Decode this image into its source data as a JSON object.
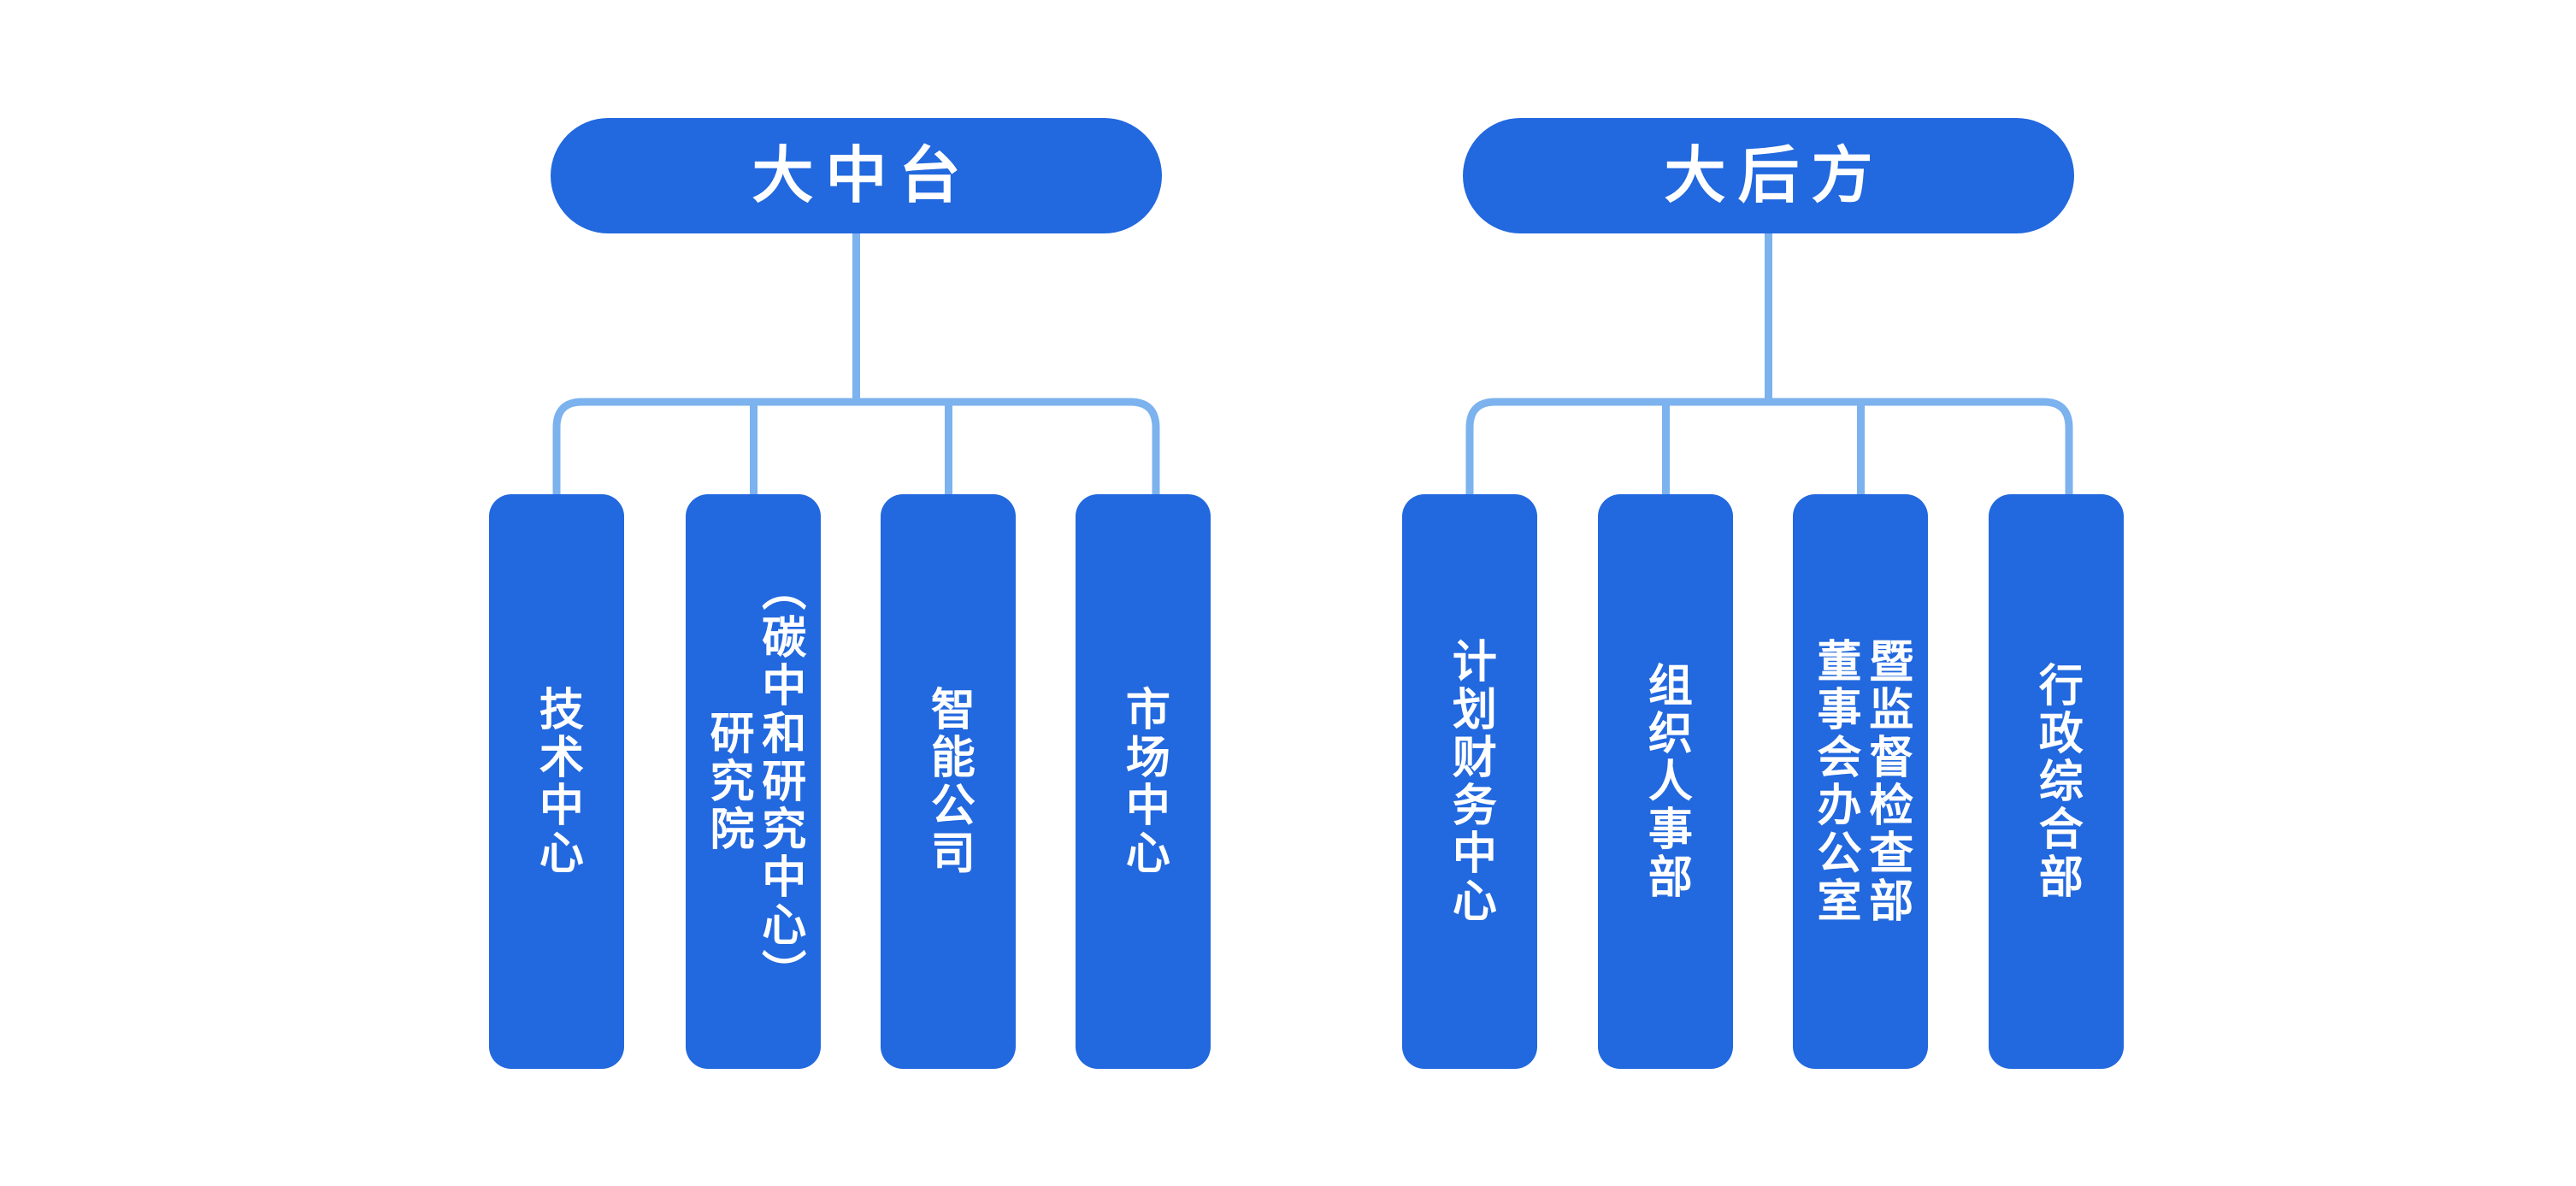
{
  "diagram": {
    "title_text": "",
    "colors": {
      "node_fill": "#2268de",
      "node_text": "#ffffff",
      "connector": "#7cb2ee",
      "background": "#ffffff"
    }
  },
  "groups": [
    {
      "id": "da-zhong-tai",
      "header": "大中台",
      "children": [
        {
          "id": "tech-center",
          "lines": [
            "技术中心"
          ]
        },
        {
          "id": "research-institute",
          "lines": [
            "研究院",
            "（碳中和研究中心）"
          ]
        },
        {
          "id": "intelligent-company",
          "lines": [
            "智能公司"
          ]
        },
        {
          "id": "market-center",
          "lines": [
            "市场中心"
          ]
        }
      ]
    },
    {
      "id": "da-hou-fang",
      "header": "大后方",
      "children": [
        {
          "id": "plan-finance-center",
          "lines": [
            "计划财务中心"
          ]
        },
        {
          "id": "org-personnel-dept",
          "lines": [
            "组织人事部"
          ]
        },
        {
          "id": "supervision-inspection-dept",
          "lines": [
            "董事会办公室",
            "暨监督检查部"
          ]
        },
        {
          "id": "admin-general-dept",
          "lines": [
            "行政综合部"
          ]
        }
      ]
    }
  ]
}
